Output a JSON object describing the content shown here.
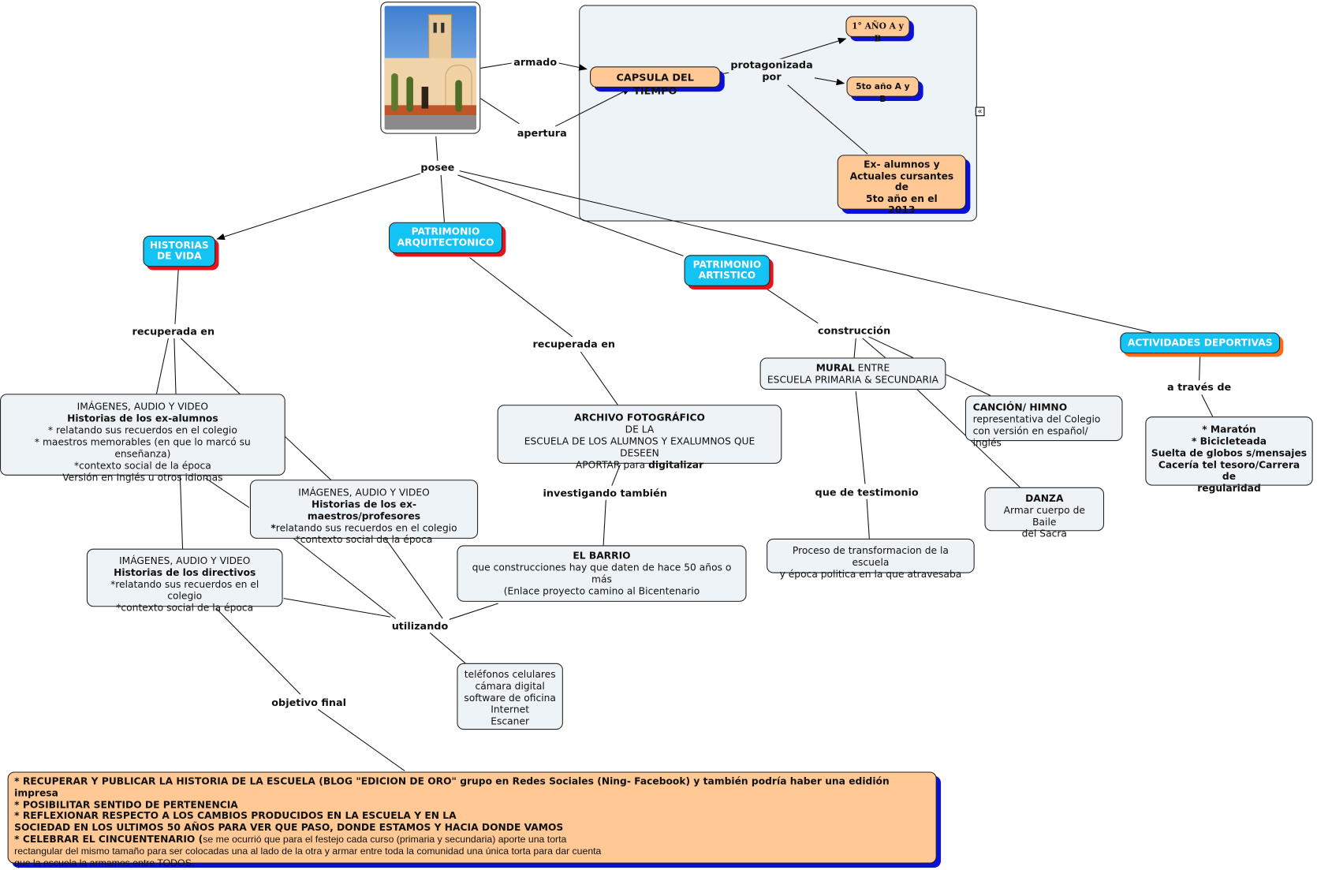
{
  "image": {
    "semantic": "school-building-photo",
    "description": "Escuela con torre de iglesia"
  },
  "links": {
    "armado": "armado",
    "apertura": "apertura",
    "posee": "posee",
    "protagonizada_por": [
      "protagonizada",
      "por"
    ],
    "recuperada_en_1": "recuperada en",
    "recuperada_en_2": "recuperada en",
    "construccion": "construcción",
    "a_traves_de": "a través de",
    "investigando_tambien": "investigando también",
    "que_de_testimonio": "que de testimonio",
    "utilizando": "utilizando",
    "objetivo_final": "objetivo final"
  },
  "capsule": {
    "title": "CAPSULA DEL TIEMPO",
    "first_year": "1° AÑO  A y B",
    "fifth_year": "5to año A y B",
    "ex_students": [
      "Ex- alumnos y",
      "Actuales cursantes de",
      "5to año en el",
      "2013"
    ],
    "collapse_icon": "«"
  },
  "concepts": {
    "historias_de_vida": [
      "HISTORIAS",
      "DE VIDA"
    ],
    "patrimonio_arquitectonico": [
      "PATRIMONIO",
      "ARQUITECTONICO"
    ],
    "patrimonio_artistico": [
      "PATRIMONIO",
      "ARTISTICO"
    ],
    "actividades_deportivas": "ACTIVIDADES DEPORTIVAS"
  },
  "media_exalumnos": {
    "line1": "IMÁGENES, AUDIO Y VIDEO",
    "title": "Historias de los ex-alumnos",
    "line3": "* relatando sus recuerdos en el colegio",
    "line4": "* maestros memorables (en que lo marcó su enseñanza)",
    "line5": "*contexto social de la época",
    "line6": "Versión en Inglés u otros idiomas"
  },
  "media_maestros": {
    "line1": "IMÁGENES, AUDIO Y VIDEO",
    "title": "Historias de los ex-maestros/profesores",
    "line3_bold": "*",
    "line3": "relatando sus recuerdos en el colegio",
    "line4": "*contexto social de la época"
  },
  "media_directivos": {
    "line1": "IMÁGENES, AUDIO Y VIDEO",
    "title": "Historias de los directivos",
    "line3": "*relatando sus recuerdos en el colegio",
    "line4": "*contexto social de la época"
  },
  "archivo": {
    "title": "ARCHIVO FOTOGRÁFICO",
    "line2": "DE LA",
    "line3": "ESCUELA DE LOS ALUMNOS Y EXALUMNOS QUE DESEEN",
    "line4_pre": "APORTAR para ",
    "line4_bold": "digitalizar"
  },
  "barrio": {
    "title": "EL BARRIO",
    "line2": "que construcciones hay que daten de hace 50 años o más",
    "line3": "(Enlace proyecto camino al Bicentenario"
  },
  "herramientas": [
    "teléfonos celulares",
    "cámara digital",
    "software  de oficina",
    "Internet",
    "Escaner"
  ],
  "mural": {
    "bold": "MURAL",
    "rest": " ENTRE",
    "line2": "ESCUELA PRIMARIA & SECUNDARIA"
  },
  "cancion": {
    "title": "CANCIÓN/ HIMNO",
    "line2": "representativa del Colegio",
    "line3": "con versión en español/ inglés"
  },
  "danza": {
    "title": "DANZA",
    "line2": "Armar cuerpo de Baile",
    "line3": "del Sacra"
  },
  "proceso": {
    "line1": "Proceso de transformacion de la escuela",
    "line2": "y época politica en la que atravesaba"
  },
  "deportes": [
    "* Maratón",
    "* Bicicleteada",
    "Suelta de globos s/mensajes",
    "Cacería tel tesoro/Carrera de",
    "regularidad"
  ],
  "objetivos": {
    "line1": "* RECUPERAR Y PUBLICAR LA HISTORIA DE LA ESCUELA  (BLOG \"EDICION DE ORO\" grupo en Redes Sociales (Ning- Facebook) y también podría haber una edidión impresa",
    "line2": "* POSIBILITAR SENTIDO DE PERTENENCIA",
    "line3": "* REFLEXIONAR RESPECTO A LOS CAMBIOS PRODUCIDOS EN LA ESCUELA Y EN LA",
    "line4": "SOCIEDAD EN LOS ULTIMOS 50 AÑOS PARA VER QUE PASO, DONDE ESTAMOS Y HACIA DONDE VAMOS",
    "line5_bold": "* CELEBRAR EL CINCUENTENARIO (",
    "line5": "se me ocurrió que para el festejo cada curso (primaria y secundaria) aporte una torta",
    "line6": "rectangular del mismo tamaño para ser colocadas una al lado de la otra y armar entre toda la comunidad una única torta para dar cuenta",
    "line7": "que la escuela la armamos entre TODOS."
  },
  "colors": {
    "concept_blue": "#12c3f4",
    "shadow_red": "#e8121a",
    "shadow_orange": "#ff6a1a",
    "peach": "#ffc894",
    "shadow_navy": "#0a10d8",
    "light_node": "#edf3f6"
  }
}
